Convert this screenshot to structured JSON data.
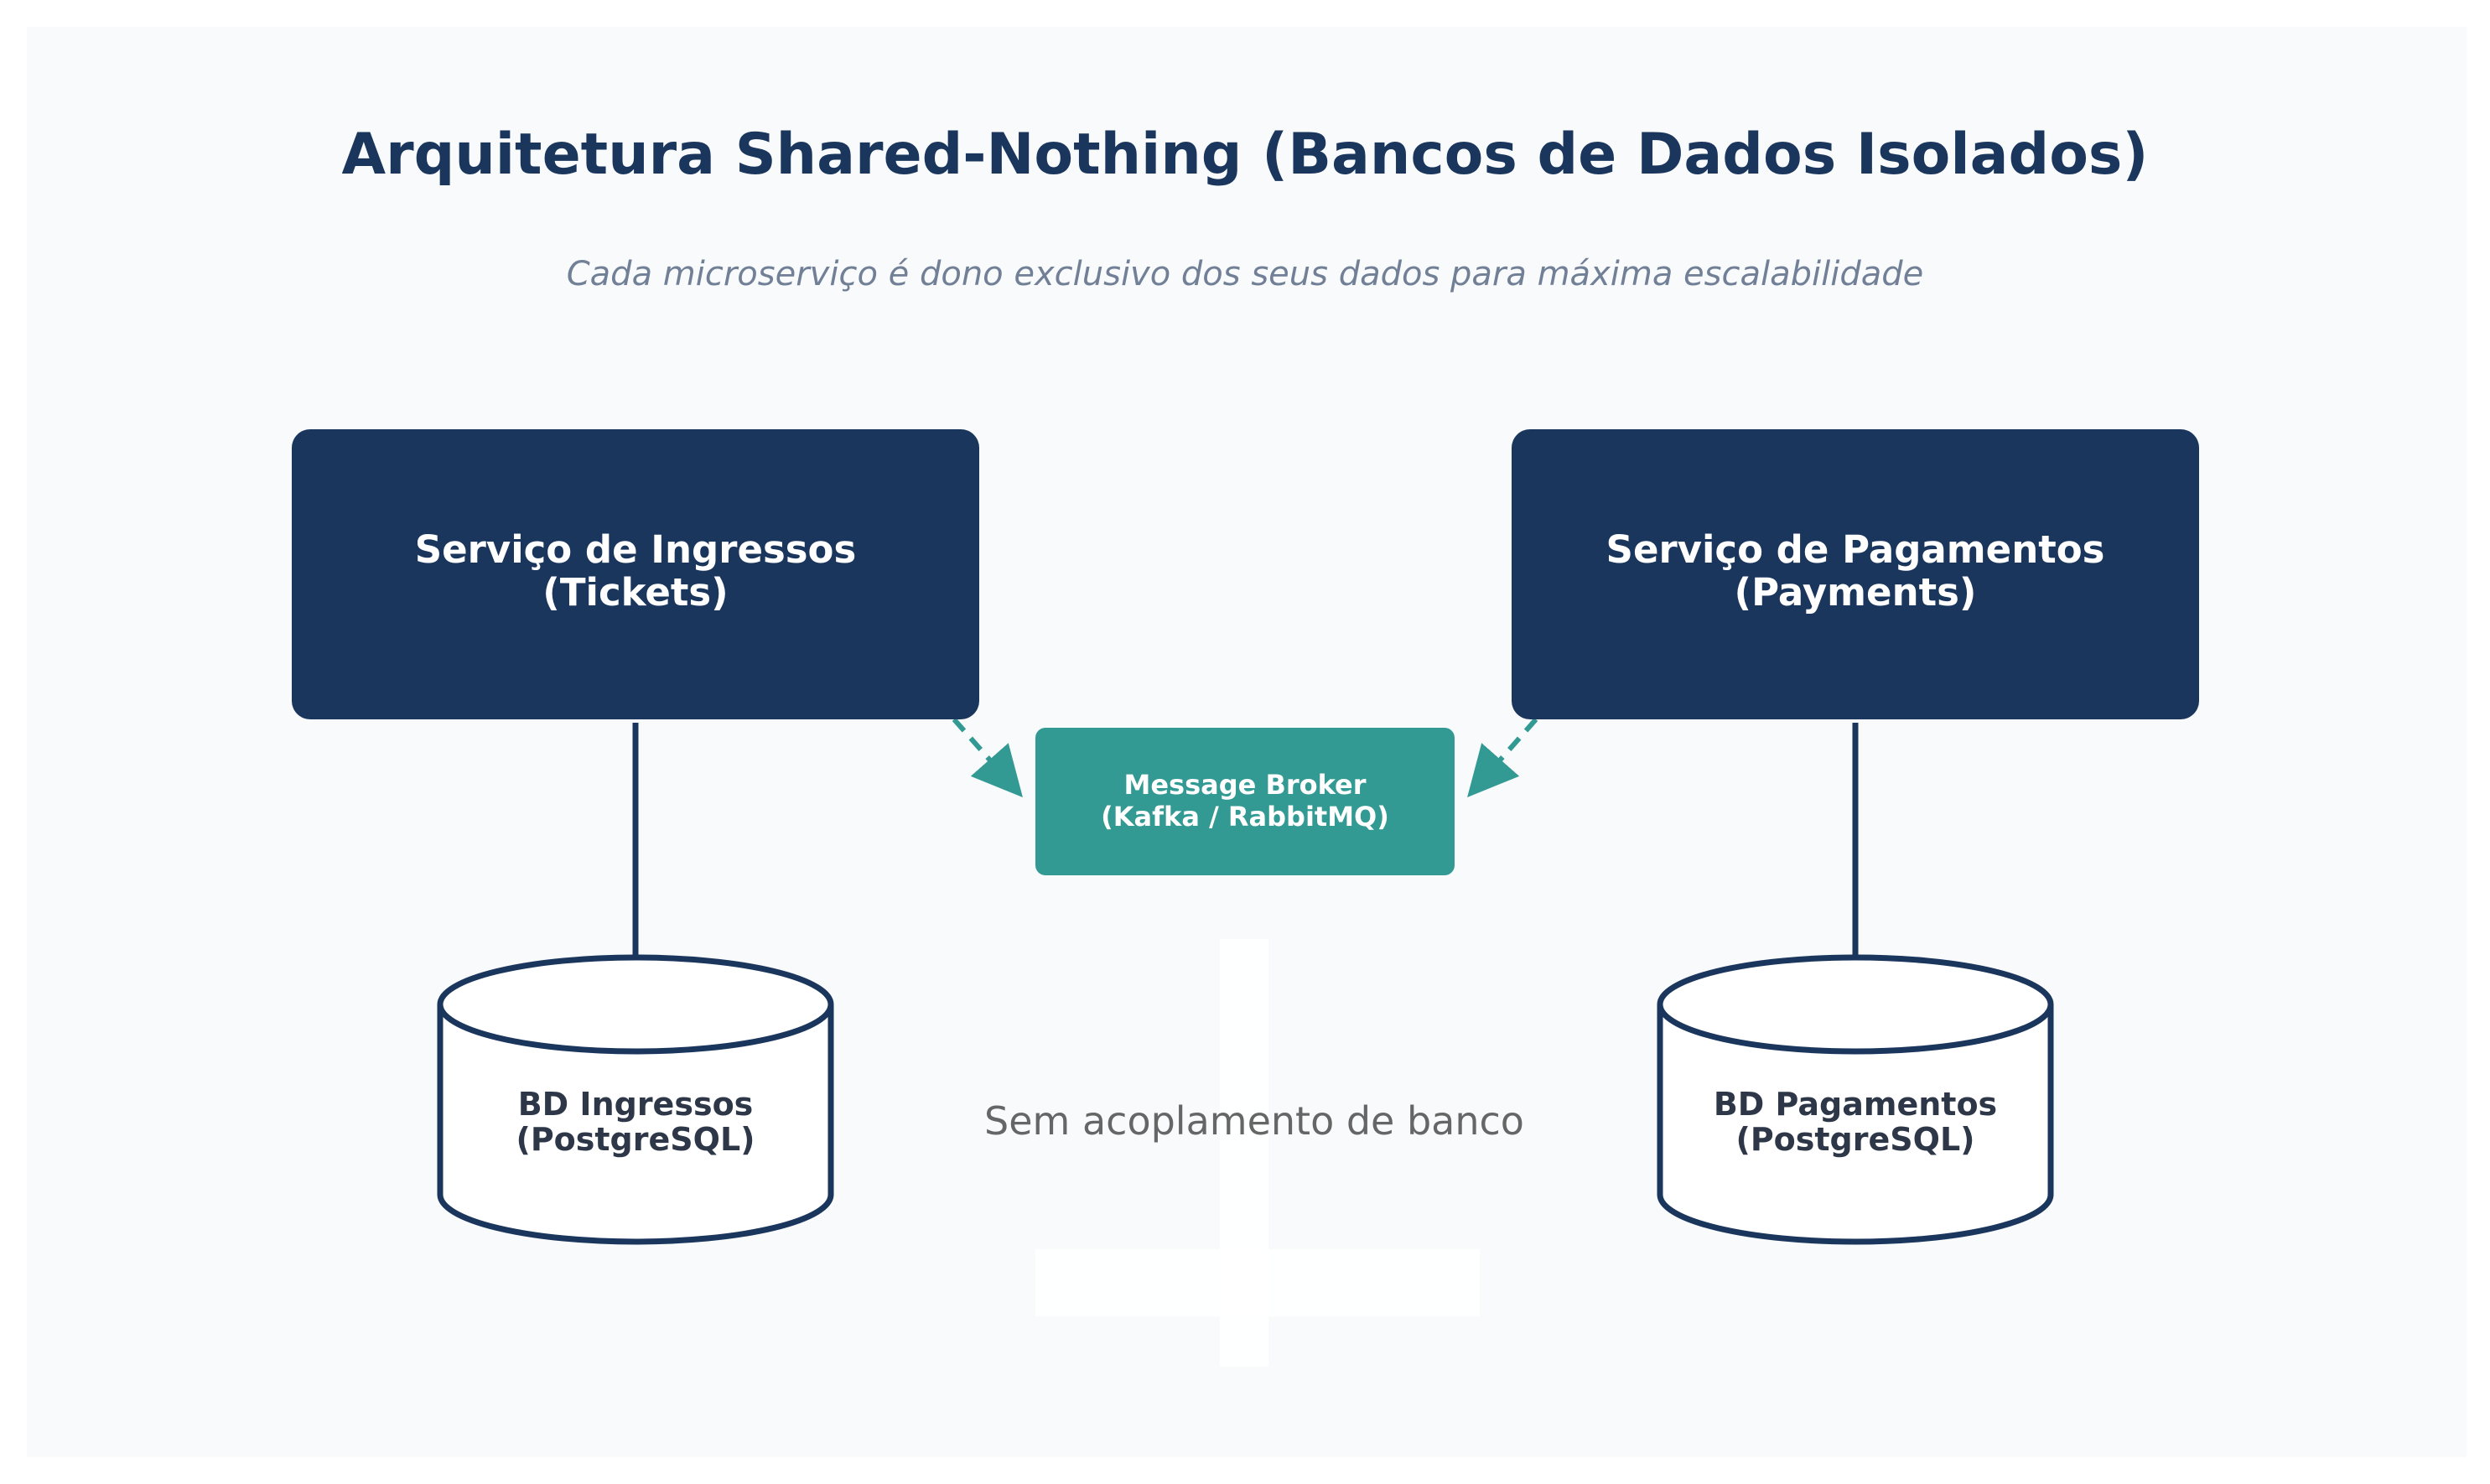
{
  "title": "Arquitetura Shared-Nothing (Bancos de Dados Isolados)",
  "subtitle": "Cada microserviço é dono exclusivo dos seus dados para máxima escalabilidade",
  "services": {
    "tickets": {
      "line1": "Serviço de Ingressos",
      "line2": "(Tickets)"
    },
    "payments": {
      "line1": "Serviço de Pagamentos",
      "line2": "(Payments)"
    }
  },
  "broker": {
    "line1": "Message Broker",
    "line2": "(Kafka / RabbitMQ)"
  },
  "databases": {
    "tickets": {
      "line1": "BD Ingressos",
      "line2": "(PostgreSQL)"
    },
    "payments": {
      "line1": "BD Pagamentos",
      "line2": "(PostgreSQL)"
    }
  },
  "note": "Sem acoplamento de banco",
  "colors": {
    "background": "#f8fafc",
    "service": "#1b365d",
    "broker": "#329a93",
    "title": "#1b365d",
    "subtitle": "#718096",
    "db_stroke": "#1b365d",
    "db_text": "#2d3748",
    "note": "#666666",
    "white": "#ffffff"
  }
}
